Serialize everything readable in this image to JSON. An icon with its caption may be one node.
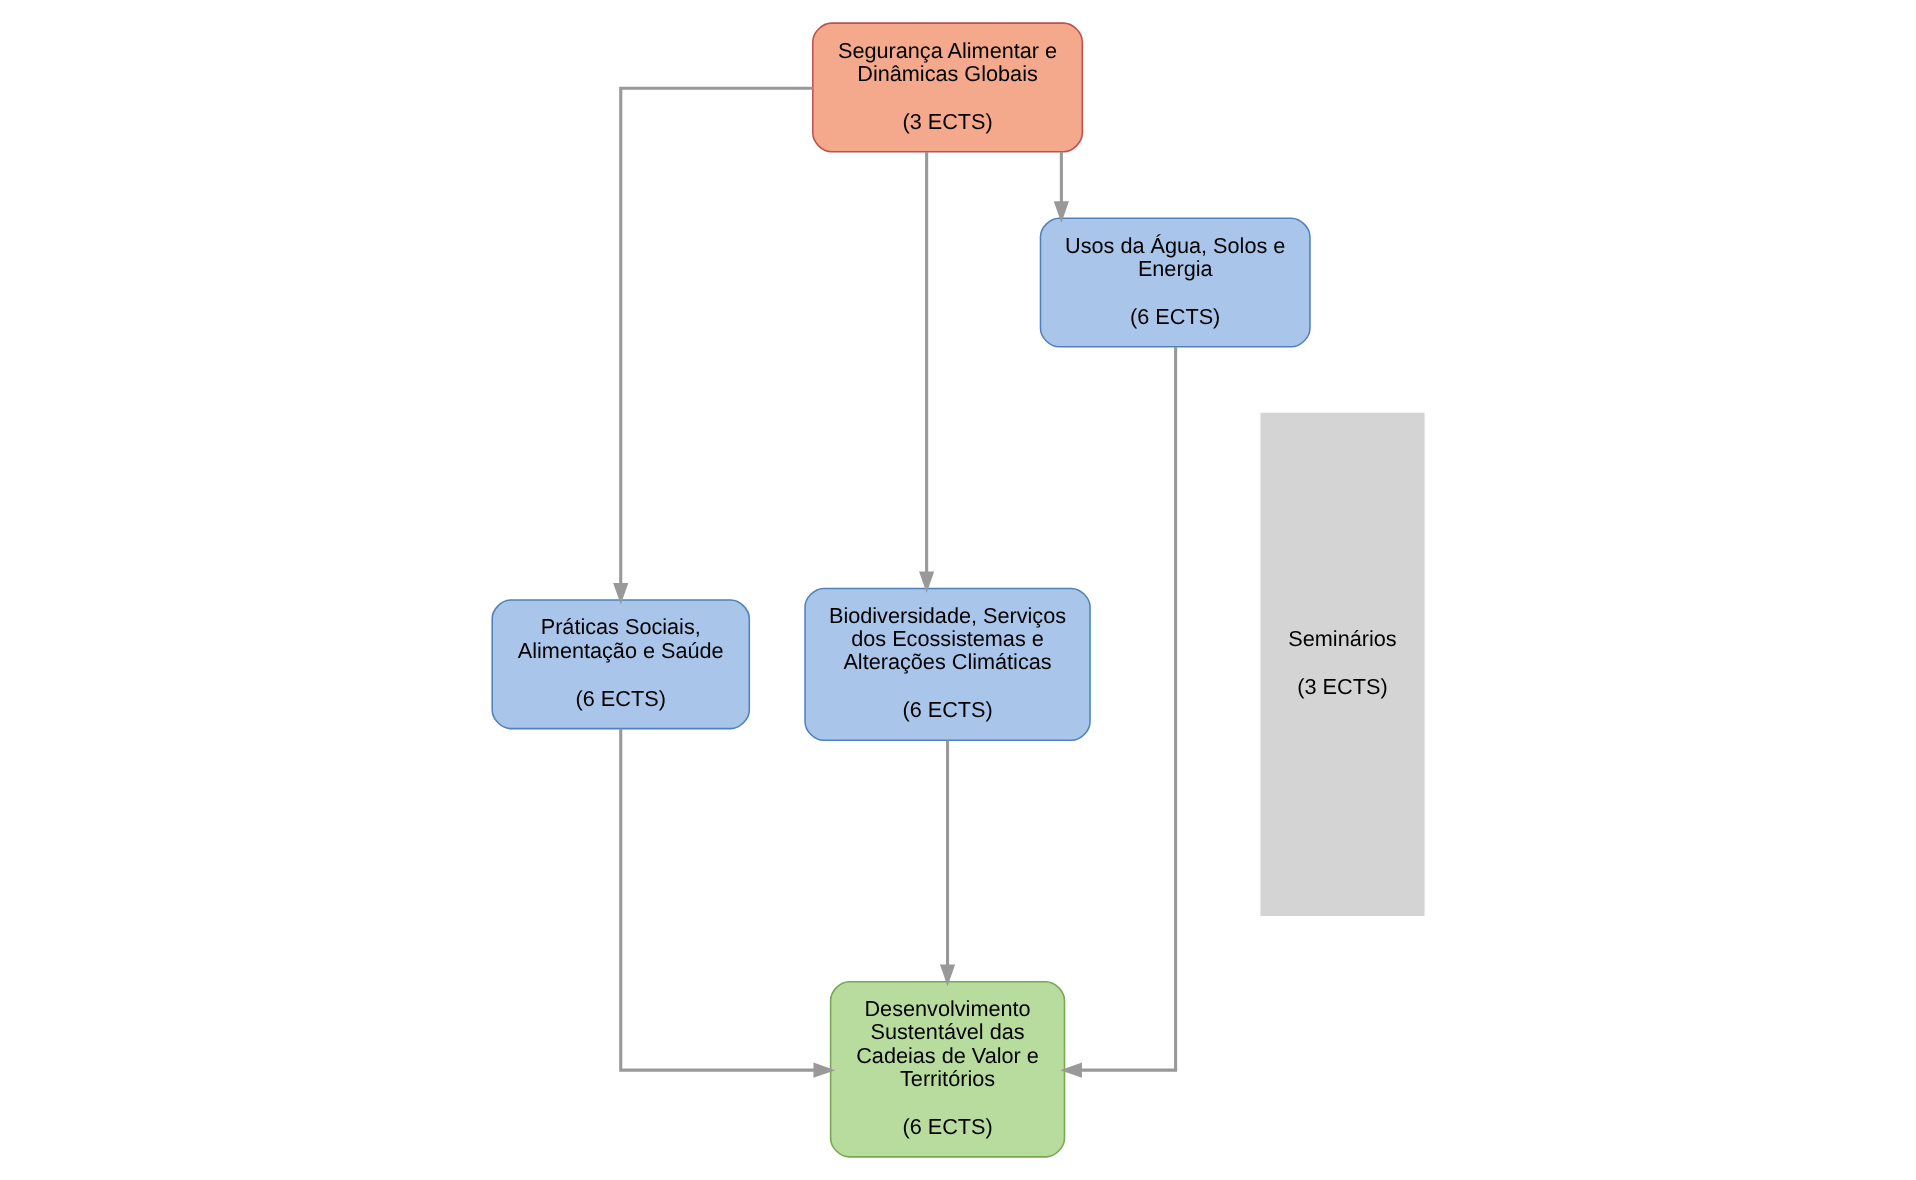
{
  "diagram": {
    "nodes": [
      {
        "text": [
          "Segurança Alimentar e Dinâmicas Globais",
          "(3 ECTS)"
        ]
      },
      {
        "text": [
          "Práticas Sociais, Alimentação e Saúde",
          "(6 ECTS)"
        ]
      },
      {
        "text": [
          "Biodiversidade, Serviços dos Ecossistemas e Alterações Climáticas",
          "(6 ECTS)"
        ]
      },
      {
        "text": [
          "Usos da Água, Solos e Energia",
          "(6 ECTS)"
        ]
      },
      {
        "text": [
          "Desenvolvimento Sustentável das Cadeias de Valor e Territórios",
          "(6 ECTS)"
        ]
      },
      {
        "text": [
          "Seminários",
          "(3 ECTS)"
        ]
      }
    ],
    "edges": [
      {
        "from": 0,
        "to": 1,
        "arrow": "to"
      },
      {
        "from": 0,
        "to": 2,
        "arrow": "to"
      },
      {
        "from": 0,
        "to": 3,
        "arrow": "to"
      },
      {
        "from": 1,
        "to": 4,
        "arrow": "to"
      },
      {
        "from": 2,
        "to": 4,
        "arrow": "to"
      },
      {
        "from": 3,
        "to": 4,
        "arrow": "to"
      }
    ]
  }
}
